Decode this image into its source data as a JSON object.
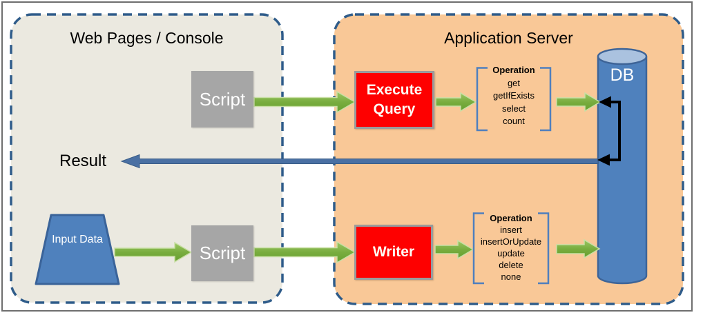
{
  "left_panel": {
    "title": "Web Pages / Console",
    "script_top_label": "Script",
    "script_bottom_label": "Script",
    "result_label": "Result",
    "input_data_label": "Input Data"
  },
  "right_panel": {
    "title": "Application Server",
    "execute_query_label": "Execute Query",
    "writer_label": "Writer",
    "db_label": "DB",
    "query_operations": {
      "title": "Operation",
      "items": [
        "get",
        "getIfExists",
        "select",
        "count"
      ]
    },
    "write_operations": {
      "title": "Operation",
      "items": [
        "insert",
        "insertOrUpdate",
        "update",
        "delete",
        "none"
      ]
    }
  },
  "colors": {
    "left_panel_bg": "#ebe9e0",
    "right_panel_bg": "#f9c897",
    "panel_dash_border": "#2f5c8a",
    "red_box": "#fe0000",
    "red_box_border": "#9b9b9b",
    "gray_box": "#a6a6a6",
    "blue_shape": "#4f81bd",
    "blue_shape_border": "#3e6497",
    "cylinder_top": "#aac2df",
    "green_arrow": "#76ab3d",
    "result_arrow_blue": "#4a70a3",
    "bracket_blue": "#4f7fbe",
    "connector_black": "#000000",
    "frame_gray": "#6e6e6e"
  }
}
